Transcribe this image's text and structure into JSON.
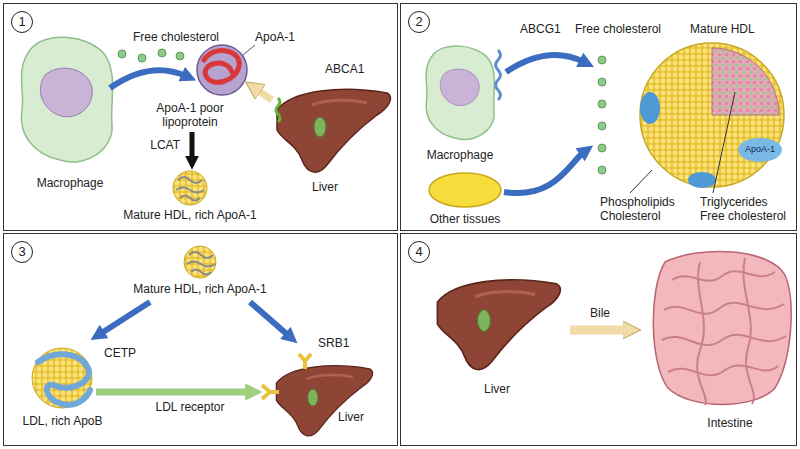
{
  "diagram": {
    "nodes": [
      {
        "text": [
          "1"
        ]
      },
      {
        "text": [
          "2"
        ]
      },
      {
        "text": [
          "3"
        ]
      },
      {
        "text": [
          "4"
        ]
      }
    ],
    "labels": [
      "Free cholesterol",
      "ApoA-1",
      "ABCA1",
      "Macrophage",
      "ApoA-1 poor lipoprotein",
      "LCAT",
      "Liver",
      "Mature HDL, rich ApoA-1",
      "ABCG1",
      "Free cholesterol",
      "Mature HDL",
      "ApoA-1",
      "Macrophage",
      "Other tissues",
      "Phospholipids Cholesterol",
      "Triglycerides Free cholesterol",
      "Mature HDL, rich ApoA-1",
      "CETP",
      "SRB1",
      "LDL, rich ApoB",
      "LDL receptor",
      "Liver",
      "Liver",
      "Bile",
      "Intestine"
    ]
  }
}
